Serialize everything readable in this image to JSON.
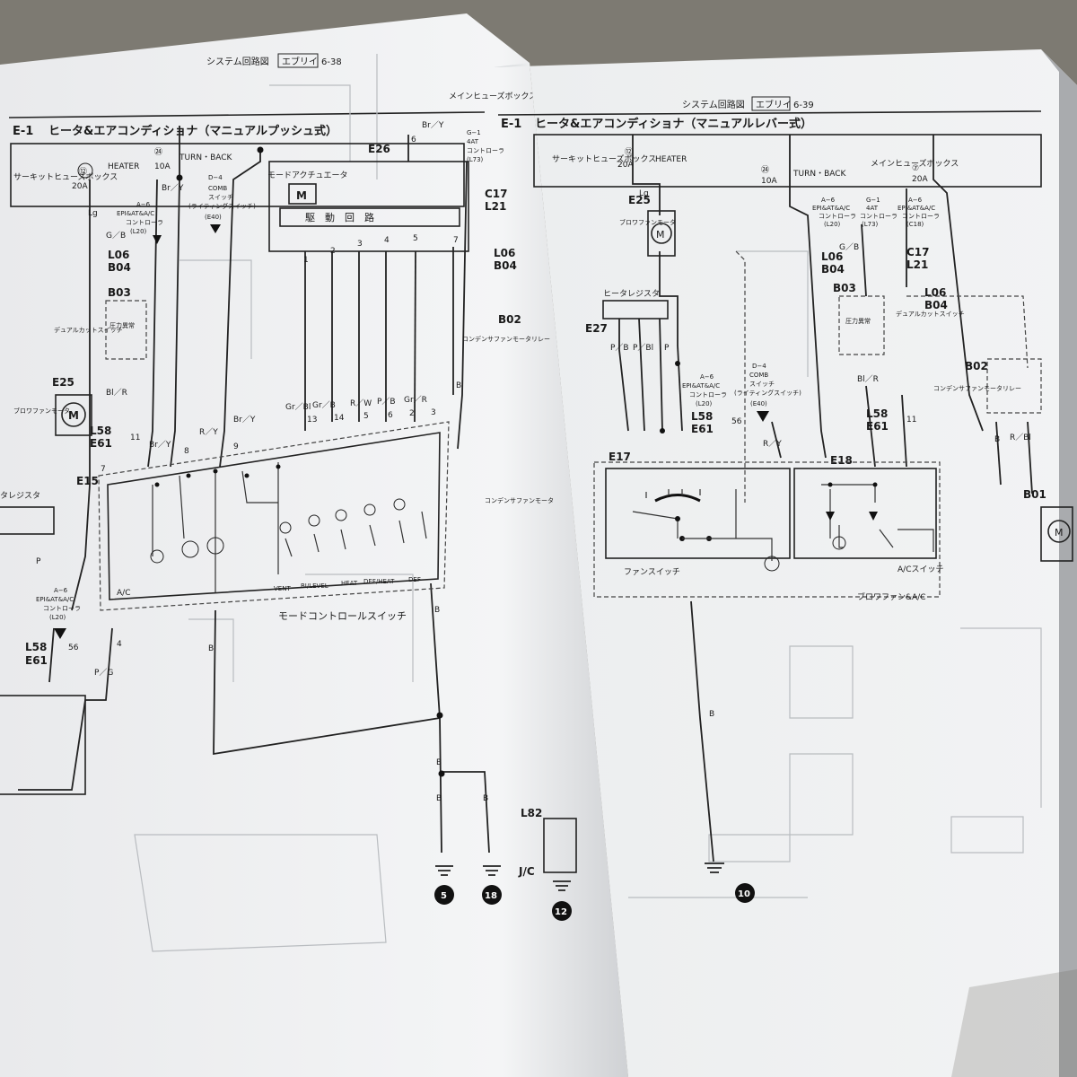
{
  "left_page": {
    "header_system": "システム回路図",
    "header_model": "エブリイ",
    "page_number": "6-38",
    "section_id": "E-1",
    "section_title": "ヒータ&エアコンディショナ（マニュアルプッシュ式）",
    "circuit_box": "サーキットヒューズボックス",
    "main_fuse_box": "メインヒューズボックス",
    "fuse_12": "⑫",
    "fuse_12_rating": "20A",
    "fuse_12_name": "HEATER",
    "fuse_24": "㉔",
    "fuse_24_rating": "10A",
    "fuse_24_name": "TURN・BACK",
    "wire_lg": "Lg",
    "wire_gb": "G／B",
    "wire_bry": "Br／Y",
    "wire_bry_top": "Br／Y",
    "wire_br_b_top": "6",
    "controller_a6": "A−6",
    "controller_a6_sub": "EPI&AT&A/C",
    "controller_a6_name": "コントローラ",
    "controller_a6_code": "(L20)",
    "comb_d4": "D−4",
    "comb_d4_name": "COMB",
    "comb_d4_sub": "スイッチ",
    "comb_d4_paren": "(ライティングスイッチ)",
    "comb_d4_code": "(E40)",
    "g1_label": "G−1",
    "g1_at": "4AT",
    "g1_name": "コントローラ",
    "g1_code": "(L73)",
    "mode_actuator": "モードアクチュエータ",
    "mode_actuator_code": "E26",
    "drive_circuit": "駆　動　回　路",
    "l06": "L06",
    "b04": "B04",
    "b03": "B03",
    "dual_cut": "デュアルカットスイッチ",
    "pressure": "圧力異常",
    "e25": "E25",
    "blower_motor": "ブロワファンモータ",
    "wire_blr": "Bl／R",
    "l58": "L58",
    "e61": "E61",
    "e15": "E15",
    "heater_resistor": "タレジスタ",
    "mode_switch": "モードコントロールスイッチ",
    "ac_label": "A/C",
    "switch_labels": [
      "VENT",
      "BI/LEVEL",
      "HEAT",
      "DEF/HEAT",
      "DEF"
    ],
    "wire_ry": "R／Y",
    "wire_br_y_mid": "Br／Y",
    "wire_pg": "P／G",
    "wire_b": "B",
    "wire_top_numbers": [
      "13",
      "14",
      "5",
      "6",
      "2",
      "3"
    ],
    "wire_top_colors": [
      "Gr／Bl",
      "Gr／B",
      "R／W",
      "P／B",
      "Gr／R"
    ],
    "actuator_pins": [
      "1",
      "2",
      "3",
      "4",
      "5",
      "7"
    ],
    "condenser_relay": "コンデンサファンモータリレー",
    "condenser_motor": "コンデンサファンモータ",
    "b02": "B02",
    "c17": "C17",
    "l21": "L21",
    "l82": "L82",
    "jc": "J/C",
    "ground_5": "5",
    "ground_18": "18",
    "ground_12": "12",
    "pin_56": "56",
    "pin_11": "11",
    "pin_7": "7",
    "pin_8": "8",
    "pin_9": "9",
    "pin_4": "4"
  },
  "right_page": {
    "header_system": "システム回路図",
    "header_model": "エブリイ",
    "page_number": "6-39",
    "section_id": "E-1",
    "section_title": "ヒータ&エアコンディショナ（マニュアルレバー式）",
    "circuit_box": "サーキットヒューズボックス",
    "main_fuse_box": "メインヒューズボックス",
    "fuse_12": "⑫",
    "fuse_12_rating": "20A",
    "fuse_12_name": "HEATER",
    "fuse_24": "㉔",
    "fuse_24_rating": "10A",
    "fuse_24_name": "TURN・BACK",
    "fuse_7": "⑦",
    "fuse_7_rating": "20A",
    "wire_lg": "Lg",
    "e25": "E25",
    "blower_motor": "ブロワファンモータ",
    "heater_resistor": "ヒータレジスタ",
    "e27": "E27",
    "wire_pb": "P／B",
    "wire_pbl": "P／Bl",
    "wire_p": "P",
    "controller_a6": "A−6",
    "controller_a6_sub": "EPI&AT&A/C",
    "controller_a6_name": "コントローラ",
    "controller_a6_code": "(L20)",
    "g1_label": "G−1",
    "g1_at": "4AT",
    "g1_name": "コントローラ",
    "g1_code": "(L73)",
    "a6b_label": "A−6",
    "a6b_sub": "EPI&AT&A/C",
    "a6b_name": "コントローラ",
    "a6b_code": "(C18)",
    "comb_d4": "D−4",
    "comb_d4_name": "COMB",
    "comb_d4_sub": "スイッチ",
    "comb_d4_paren": "(ライティングスイッチ)",
    "comb_d4_code": "(E40)",
    "l58": "L58",
    "e61": "E61",
    "pin_56": "56",
    "wire_gb": "G／B",
    "l06": "L06",
    "b04": "B04",
    "b03": "B03",
    "dual_cut": "デュアルカットスイッチ",
    "pressure": "圧力異常",
    "c17": "C17",
    "l21": "L21",
    "b02": "B02",
    "condenser_relay": "コンデンサファンモータリレー",
    "wire_blr": "Bl／R",
    "wire_rbl": "R／Bl",
    "wire_ry": "R／Y",
    "wire_b": "B",
    "e17": "E17",
    "e18": "E18",
    "fan_switch": "ファンスイッチ",
    "ac_switch": "A/Cスイッチ",
    "blower_ac": "ブロワファン&A/C",
    "b01": "B01",
    "ground_10": "10",
    "pin_11": "11"
  }
}
